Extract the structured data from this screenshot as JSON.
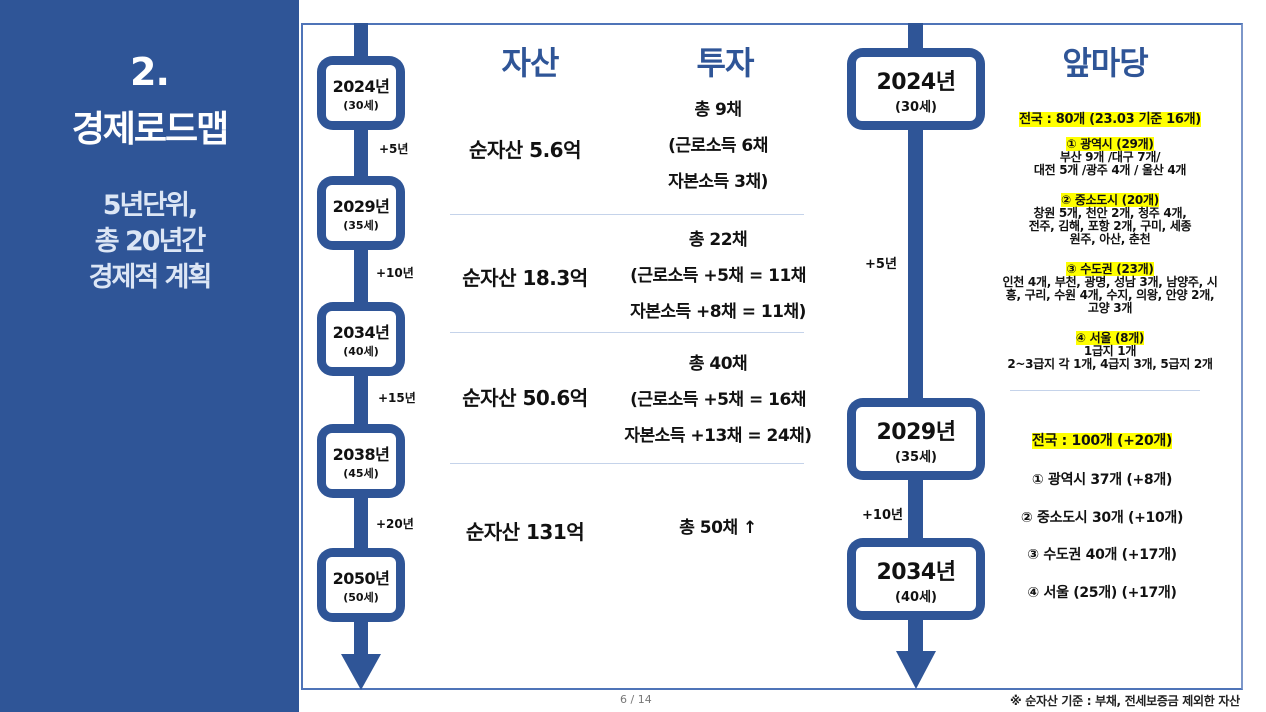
{
  "sidebar": {
    "number": "2.",
    "title": "경제로드맵",
    "subtitle_lines": [
      "5년단위,",
      "총 20년간",
      "경제적 계획"
    ]
  },
  "colors": {
    "primary": "#2f5597",
    "highlight": "#ffff00",
    "divider": "#c5d3ea"
  },
  "left_timeline": {
    "nodes": [
      {
        "year": "2024년",
        "age": "(30세)"
      },
      {
        "year": "2029년",
        "age": "(35세)"
      },
      {
        "year": "2034년",
        "age": "(40세)"
      },
      {
        "year": "2038년",
        "age": "(45세)"
      },
      {
        "year": "2050년",
        "age": "(50세)"
      }
    ],
    "gaps": [
      "+5년",
      "+10년",
      "+15년",
      "+20년"
    ]
  },
  "columns": {
    "asset_header": "자산",
    "invest_header": "투자",
    "front_yard_header": "앞마당"
  },
  "rows": [
    {
      "asset": "순자산 5.6억",
      "invest": [
        "총 9채",
        "(근로소득 6채",
        "자본소득 3채)"
      ]
    },
    {
      "asset": "순자산 18.3억",
      "invest": [
        "총 22채",
        "(근로소득 +5채 = 11채",
        "자본소득 +8채 = 11채)"
      ]
    },
    {
      "asset": "순자산 50.6억",
      "invest": [
        "총 40채",
        "(근로소득 +5채 = 16채",
        "자본소득 +13채 = 24채)"
      ]
    },
    {
      "asset": "순자산 131억",
      "invest": [
        "총 50채 ↑"
      ]
    }
  ],
  "right_timeline": {
    "nodes": [
      {
        "year": "2024년",
        "age": "(30세)"
      },
      {
        "year": "2029년",
        "age": "(35세)"
      },
      {
        "year": "2034년",
        "age": "(40세)"
      }
    ],
    "gaps": [
      "+5년",
      "+10년"
    ]
  },
  "front_yard_2024": {
    "total": "전국 : 80개 (23.03 기준 16개)",
    "groups": [
      {
        "title": "① 광역시 (29개)",
        "lines": [
          "부산 9개 /대구 7개/",
          "대전 5개 /광주 4개 / 울산 4개"
        ]
      },
      {
        "title": "② 중소도시 (20개)",
        "lines": [
          "창원 5개, 천안 2개, 청주 4개,",
          "전주, 김해, 포항 2개, 구미, 세종",
          "원주, 아산, 춘천"
        ]
      },
      {
        "title": "③ 수도권 (23개)",
        "lines": [
          "인천 4개, 부천, 광명, 성남 3개, 남양주, 시",
          "흥, 구리, 수원 4개, 수지, 의왕, 안양 2개,",
          "고양 3개"
        ]
      },
      {
        "title": "④ 서울 (8개)",
        "lines": [
          "1급지 1개",
          "2~3급지 각 1개, 4급지 3개, 5급지 2개"
        ]
      }
    ]
  },
  "front_yard_2029": {
    "total": "전국 : 100개 (+20개)",
    "items": [
      "① 광역시 37개 (+8개)",
      "② 중소도시 30개 (+10개)",
      "③ 수도권 40개 (+17개)",
      "④ 서울 (25개) (+17개)"
    ]
  },
  "page_number": "6 / 14",
  "footnote": "※ 순자산 기준 : 부채, 전세보증금 제외한 자산"
}
